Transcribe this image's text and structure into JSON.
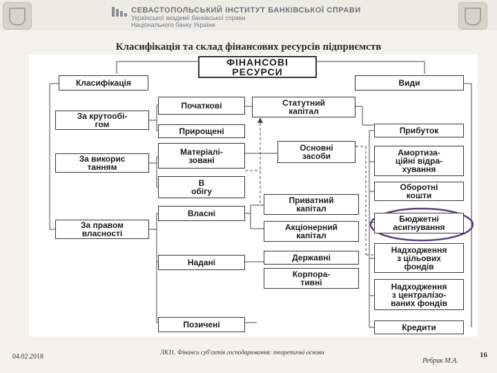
{
  "header": {
    "institute_line1": "СЕВАСТОПОЛЬСЬКИЙ ІНСТИТУТ БАНКІВСЬКОЇ СПРАВИ",
    "institute_line2": "Української академії банківської справи",
    "institute_line3": "Національного банку України"
  },
  "slide": {
    "title": "Класифікація та склад фінансових ресурсів підприємств"
  },
  "diagram": {
    "root": "ФІНАНСОВІ\nРЕСУРСИ",
    "classification_header": "Класифікація",
    "types_header": "Види",
    "criteria": [
      "За крутообі-\nгом",
      "За викорис\nтанням",
      "За правом\nвласності"
    ],
    "categories": [
      "Початкові",
      "Прирощені",
      "Матеріалі-\nзовані",
      "В\nобігу",
      "Власні",
      "Надані",
      "Позичені"
    ],
    "middle_items": [
      "Статутний\nкапітал",
      "Основні\nзасоби",
      "Приватний\nкапітал",
      "Акціонерний\nкапітал",
      "Державні",
      "Корпора-\nтивні"
    ],
    "types": [
      "Прибуток",
      "Амортиза-\nційні відра-\nхування",
      "Оборотні\nкошти",
      "Бюджетні\nасигнування",
      "Надходження\nз цільових\nфондів",
      "Надходження\nз централізо-\nваних фондів",
      "Кредити"
    ],
    "highlight_color": "#5a3d7a"
  },
  "footer": {
    "date": "04.02.2018",
    "lecture": "ЛК11. Фінанси суб'єктів господарювання: теоретичні основи",
    "author": "Ребрик М.А.",
    "page": "16"
  }
}
